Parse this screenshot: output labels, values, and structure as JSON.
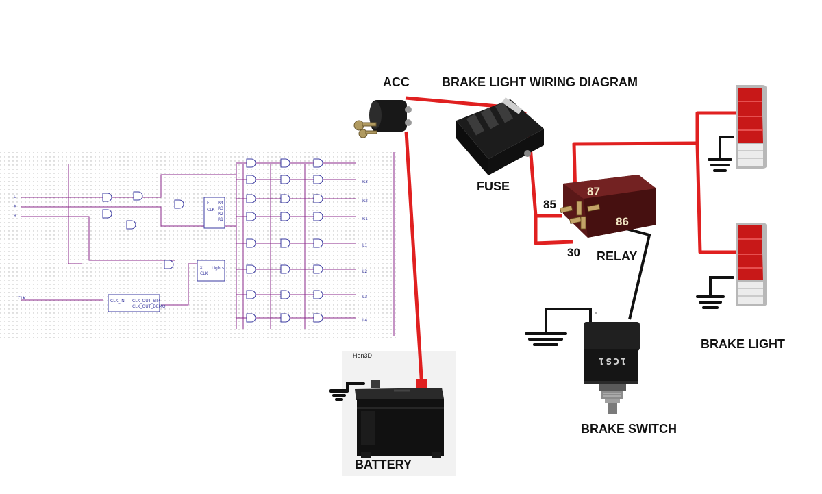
{
  "title": "BRAKE LIGHT WIRING DIAGRAM",
  "labels": {
    "acc": "ACC",
    "fuse": "FUSE",
    "relay": "RELAY",
    "battery": "BATTERY",
    "brake_switch": "BRAKE SWITCH",
    "brake_light": "BRAKE LIGHT"
  },
  "relay_pins": {
    "p85": "85",
    "p87": "87",
    "p86": "86",
    "p30": "30"
  },
  "battery_tag": "Hen3D",
  "switch_marking": "1CS1",
  "schematic": {
    "inputs": [
      "L",
      "X",
      "R"
    ],
    "clock_input": "CLK",
    "outputs": [
      "R3",
      "R2",
      "R1",
      "L1",
      "L2",
      "L3",
      "L4"
    ],
    "flipflop_pins": [
      "F",
      "CLK",
      "R4",
      "R3",
      "R2",
      "R1"
    ],
    "light_block_pins": [
      "x",
      "CLK",
      "Lights"
    ],
    "clock_block_pins": [
      "CLK_IN",
      "CLK_OUT_SIM",
      "CLK_OUT_DEMO"
    ]
  },
  "colors": {
    "wire_red": "#e02020",
    "wire_black": "#111111",
    "schematic_wire": "#8b2a8b",
    "relay_body": "#5a1818",
    "tail_light_red": "#c81818"
  }
}
